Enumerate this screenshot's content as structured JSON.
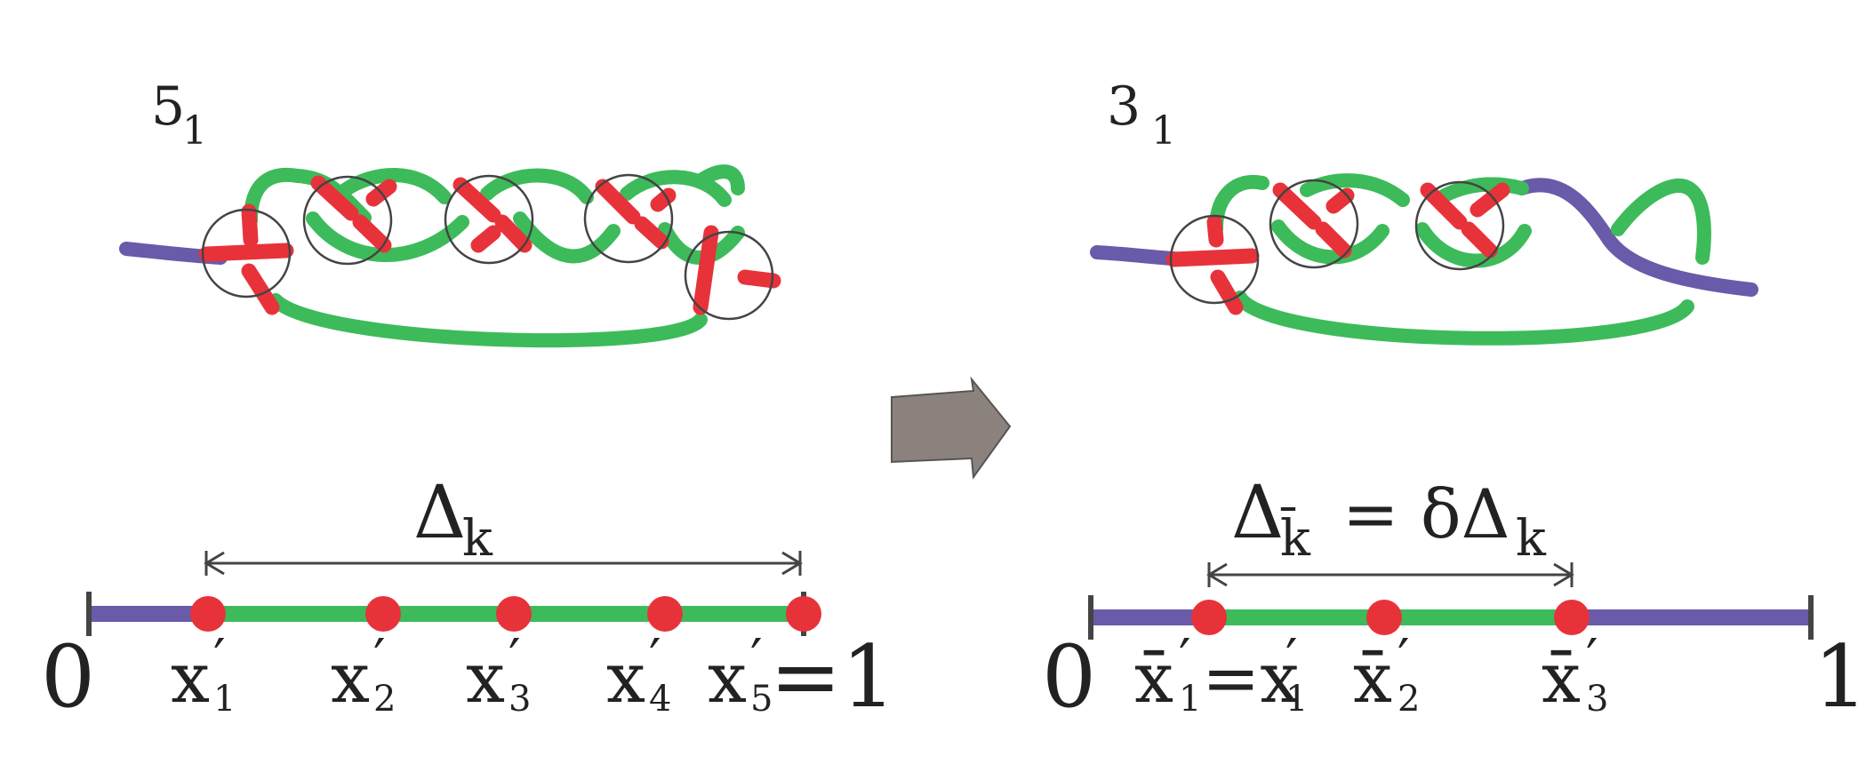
{
  "colors": {
    "blue_strand": "#6a5aaa",
    "green_strand": "#3dbb5a",
    "red_strand": "#e8323a",
    "circle": "#444444",
    "arrow": "#8c827d",
    "text": "#222222"
  },
  "left": {
    "knot_label": "5",
    "knot_sub": "1",
    "interval_label": "Δ",
    "interval_sub": "k",
    "axis_start": "0",
    "axis_end": "1",
    "points": [
      {
        "base": "x",
        "sub": "1"
      },
      {
        "base": "x",
        "sub": "2"
      },
      {
        "base": "x",
        "sub": "3"
      },
      {
        "base": "x",
        "sub": "4"
      },
      {
        "base": "x",
        "sub": "5",
        "suffix": "=1"
      }
    ]
  },
  "right": {
    "knot_label": "3",
    "knot_sub": "1",
    "interval_label": "Δ",
    "interval_sub": "k̄",
    "interval_eq": "= δΔ",
    "interval_eq_sub": "k",
    "axis_start": "0",
    "axis_end": "1",
    "points": [
      {
        "base": "x̄",
        "sub": "1",
        "suffix": "=x",
        "suffix_sub": "1"
      },
      {
        "base": "x̄",
        "sub": "2"
      },
      {
        "base": "x̄",
        "sub": "3"
      }
    ]
  }
}
